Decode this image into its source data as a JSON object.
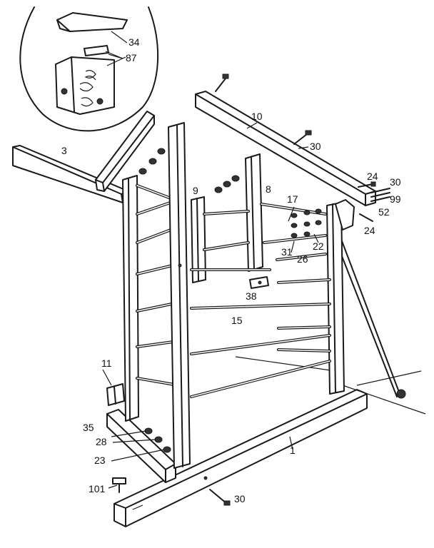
{
  "diagram": {
    "part_labels": {
      "p1": "1",
      "p3": "3",
      "p8": "8",
      "p9": "9",
      "p10": "10",
      "p11": "11",
      "p15": "15",
      "p17": "17",
      "p22": "22",
      "p23": "23",
      "p24a": "24",
      "p24b": "24",
      "p26": "26",
      "p28": "28",
      "p30a": "30",
      "p30b": "30",
      "p30c": "30",
      "p31": "31",
      "p34": "34",
      "p35": "35",
      "p38": "38",
      "p52": "52",
      "p87": "87",
      "p99": "99",
      "p101": "101"
    }
  }
}
